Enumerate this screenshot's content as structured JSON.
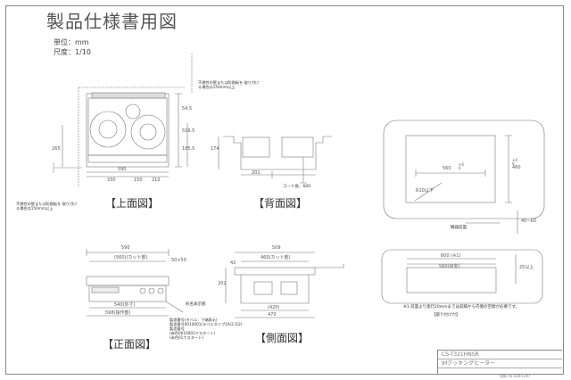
{
  "title": "製品仕様書用図",
  "unit": "単位：mm",
  "scale": "尺度：1/10",
  "views": {
    "top": "【上面図】",
    "back": "【背面図】",
    "front": "【正面図】",
    "side": "【側面図】",
    "install": "【取り付け穴】"
  },
  "notes": {
    "top_right": "不燃性の壁または防熱板を\n取り付ける場合は150mm以上",
    "top_left": "不燃性の壁または防熱板を\n取り付ける場合は150mm以上",
    "back_cord": "コード長：600",
    "front_label": "形名表示部",
    "serial": "製造番号(ラベル：下端表示)\n製造番号0010001(ラベルタイプ2A/2.5/2)\n製造番号\n(赤色0010001でスタート)\n(赤色01でスタート)",
    "install_note": "※1 前面より奥行20mmまでは前縁から内側の空間が必要です。",
    "cabinet_front": "機器前面"
  },
  "dims": {
    "top_width": "590",
    "top_depth": "516.5",
    "top_a": "150",
    "top_b": "210",
    "top_c": "330",
    "top_d": "265",
    "top_e": "185.5",
    "top_f": "54.5",
    "back_h": "174",
    "back_w": "201",
    "front_w": "590",
    "front_a": "(560)(カット部)",
    "front_b": "50×50",
    "front_c": "540(外寸)",
    "front_d": "598(操作部)",
    "side_w": "509",
    "side_a": "460(カット部)",
    "side_b": "470",
    "side_c": "(420)",
    "side_h": "202",
    "side_h2": "42",
    "cab_w": "560",
    "cab_w_tol": "+4\n0",
    "cab_d": "460",
    "cab_d_tol": "+4\n0",
    "cab_r": "R10以下",
    "cab_depth": "40~60",
    "install_w": "600 (※1)",
    "install_w2": "560(目安)",
    "install_h": "25以上"
  },
  "title_block": {
    "model": "CS-T321HNSR",
    "product": "IHクッキングヒーター",
    "sheet": "用紙 A3 420×297"
  }
}
